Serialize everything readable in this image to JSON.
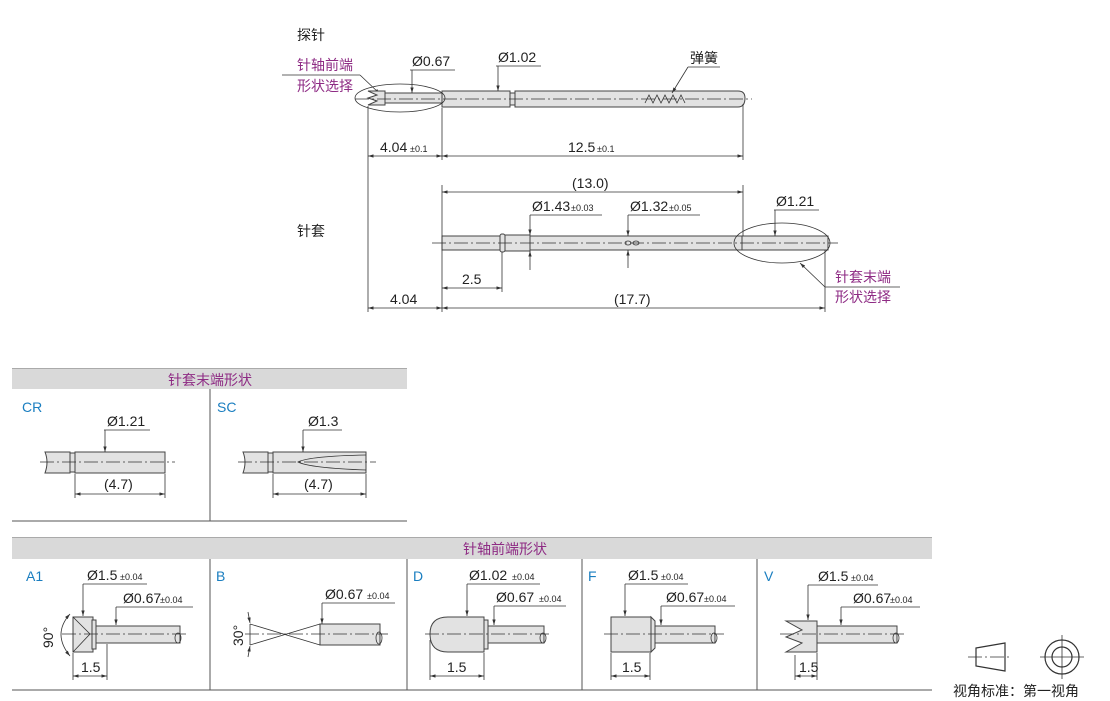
{
  "probe": {
    "title": "探针",
    "tip_select": [
      "针轴前端",
      "形状选择"
    ],
    "d_shaft": "Ø0.67",
    "d_barrel": "Ø1.02",
    "spring": "弹簧",
    "len_tip": "4.04",
    "len_tip_tol": "±0.1",
    "len_body": "12.5",
    "len_body_tol": "±0.1"
  },
  "sleeve": {
    "title": "针套",
    "len_total_upper": "(13.0)",
    "d_collar": "Ø1.43",
    "d_collar_tol": "±0.03",
    "d_body": "Ø1.32",
    "d_body_tol": "±0.05",
    "d_end": "Ø1.21",
    "end_select": [
      "针套末端",
      "形状选择"
    ],
    "len_collar": "2.5",
    "len_offset": "4.04",
    "len_total": "(17.7)"
  },
  "sleeve_end_shapes": {
    "title": "针套末端形状",
    "items": [
      {
        "code": "CR",
        "diameter": "Ø1.21",
        "length": "(4.7)"
      },
      {
        "code": "SC",
        "diameter": "Ø1.3",
        "length": "(4.7)"
      }
    ]
  },
  "tip_shapes": {
    "title": "针轴前端形状",
    "items": [
      {
        "code": "A1",
        "d_head": "Ø1.5",
        "d_head_tol": "±0.04",
        "d_shaft": "Ø0.67",
        "d_shaft_tol": "±0.04",
        "length": "1.5",
        "angle": "90°"
      },
      {
        "code": "B",
        "d_shaft": "Ø0.67",
        "d_shaft_tol": "±0.04",
        "angle": "30°"
      },
      {
        "code": "D",
        "d_head": "Ø1.02",
        "d_head_tol": "±0.04",
        "d_shaft": "Ø0.67",
        "d_shaft_tol": "±0.04",
        "length": "1.5"
      },
      {
        "code": "F",
        "d_head": "Ø1.5",
        "d_head_tol": "±0.04",
        "d_shaft": "Ø0.67",
        "d_shaft_tol": "±0.04",
        "length": "1.5"
      },
      {
        "code": "V",
        "d_head": "Ø1.5",
        "d_head_tol": "±0.04",
        "d_shaft": "Ø0.67",
        "d_shaft_tol": "±0.04",
        "length": "1.5"
      }
    ]
  },
  "projection": {
    "label": "视角标准：第一视角"
  },
  "colors": {
    "accent_purple": "#8e2b84",
    "code_blue": "#1a7ec0",
    "header_gray": "#d9d9d9"
  }
}
